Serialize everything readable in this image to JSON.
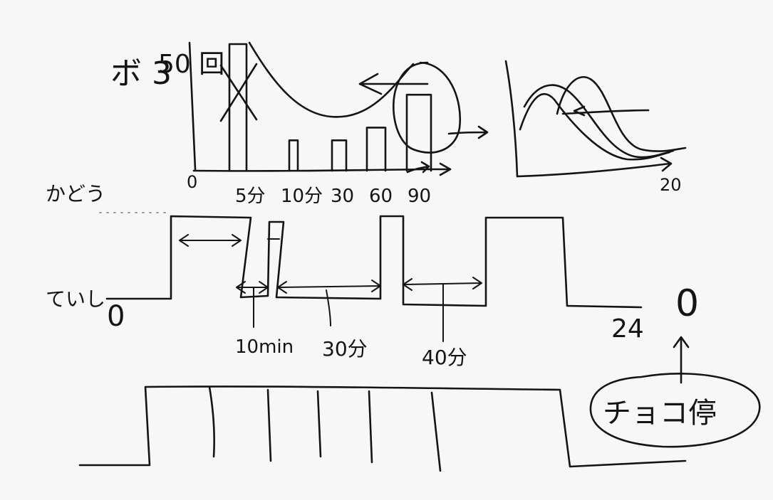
{
  "colors": {
    "background": "#f7f7f7",
    "ink": "#141414"
  },
  "labels": {
    "bar_chart_y_label": "ボ 3",
    "bar_chart_y_max": "50 回",
    "origin": "0",
    "x_ticks": [
      "5分",
      "10分",
      "30",
      "60",
      "90"
    ],
    "curve_chart_x_end": "20",
    "kadou": "かどう",
    "teishi": "ていし",
    "teishi_value": "0",
    "durations": [
      "10min",
      "30分",
      "40分"
    ],
    "hour_24": "24",
    "choko_tei_value": "0",
    "choko_tei": "チョコ停"
  },
  "chart_data": [
    {
      "type": "bar",
      "categories": [
        "5分",
        "10分",
        "30",
        "60",
        "90"
      ],
      "values": [
        50,
        12,
        12,
        17,
        30
      ],
      "ylabel": "ボ 3",
      "ylim": [
        0,
        50
      ],
      "annotations": [
        "first bar crossed out",
        "90 bar circled with arrow to the right"
      ]
    },
    {
      "type": "line",
      "series_count": 3,
      "x_end_label": "20"
    }
  ]
}
